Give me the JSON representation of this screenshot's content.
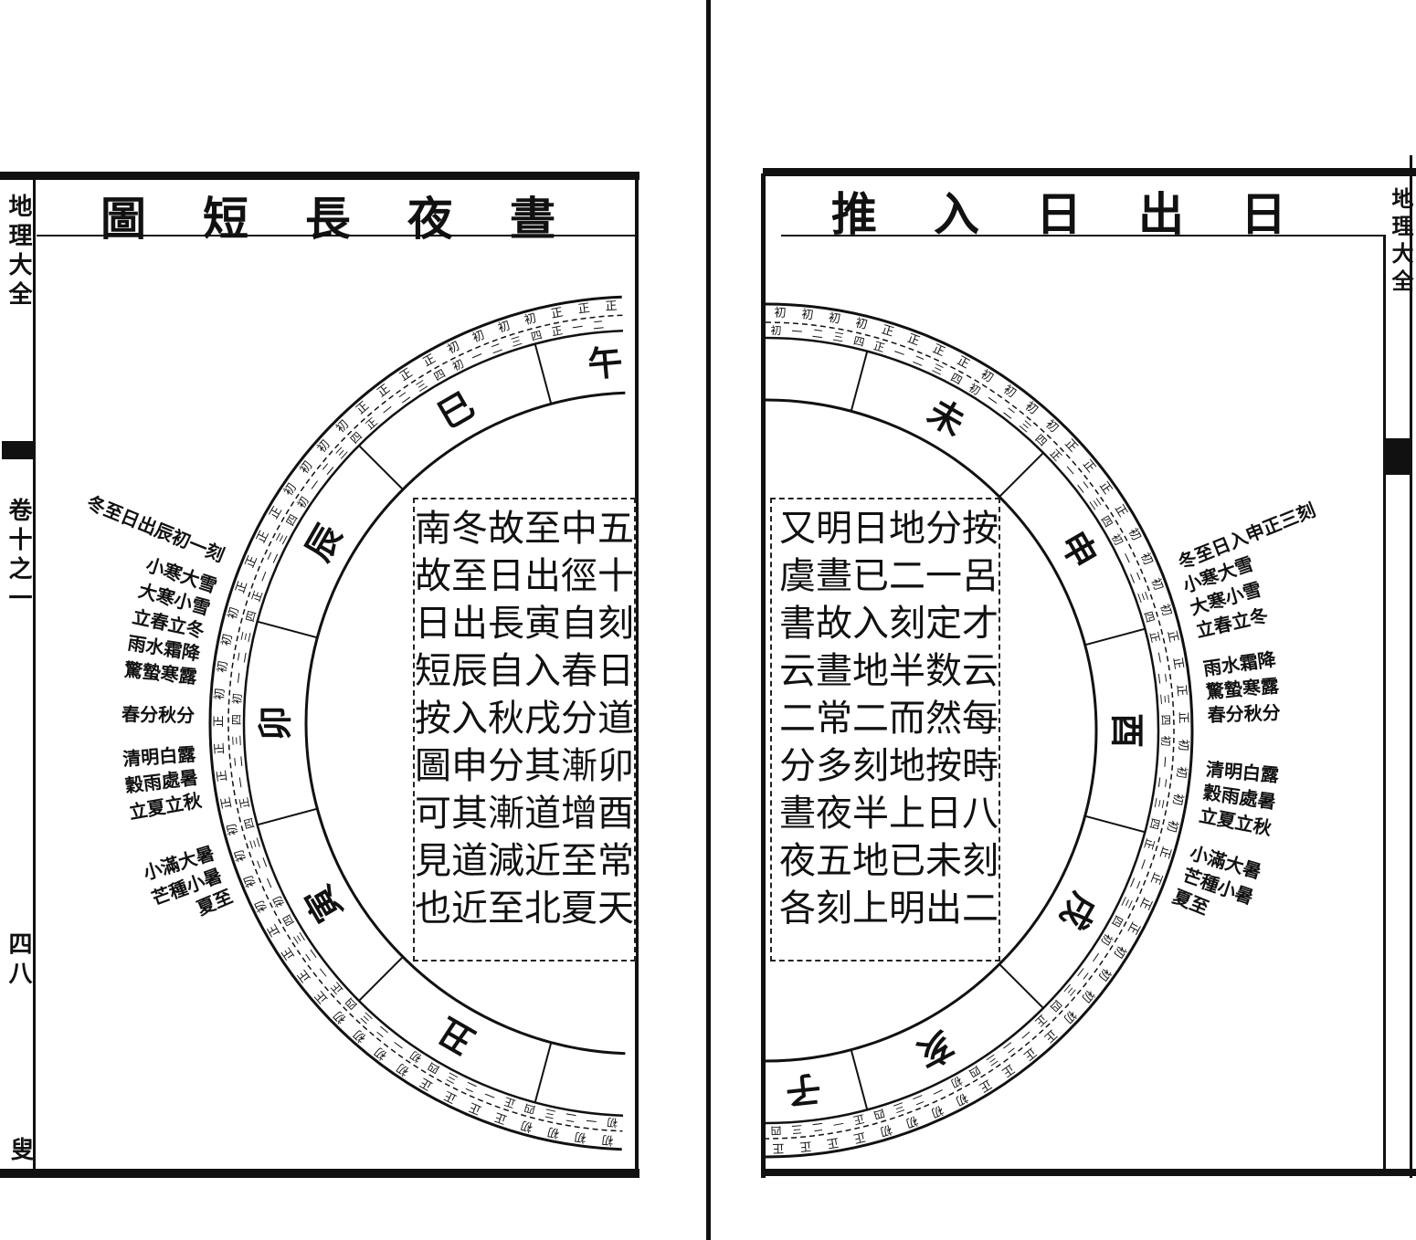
{
  "left_page": {
    "title": "晝夜長短圖",
    "margin_book": "地理大全",
    "margin_volume": "卷十之一",
    "margin_page": "四八",
    "margin_bottom": "叟",
    "text": [
      "五十刻日道卯酉常天",
      "中徑自春分漸增至夏",
      "至出寅入戌其道近北",
      "故日長自秋分漸減至",
      "冬至出辰入申其道近",
      "南故日短按圖可見也"
    ],
    "branches": [
      "午",
      "巳",
      "辰",
      "卯",
      "寅",
      "丑"
    ],
    "solar_terms": [
      "冬至日出辰初一刻",
      "小寒大雪",
      "大寒小雪",
      "立春立冬",
      "雨水霜降",
      "驚蟄寒露",
      "春分秋分",
      "清明白露",
      "穀雨處暑",
      "立夏立秋",
      "小滿大暑",
      "芒種小暑",
      "夏至"
    ]
  },
  "right_page": {
    "title": "日出日入推",
    "margin_book": "地理大全",
    "text": [
      "按呂才云每時八刻二",
      "分一定数然按日未出",
      "地二刻半而地上已明",
      "日已入地二刻半地上",
      "明晝故晝常多夜五刻",
      "又虞書云二分晝夜各"
    ],
    "branches": [
      "未",
      "申",
      "酉",
      "戌",
      "亥",
      "子"
    ],
    "solar_terms": [
      "冬至日入申正三刻",
      "小寒大雪",
      "大寒小雪",
      "立春立冬",
      "雨水霜降",
      "驚蟄寒露",
      "春分秋分",
      "清明白露",
      "穀雨處暑",
      "立夏立秋",
      "小滿大暑",
      "芒種小暑",
      "夏至"
    ]
  },
  "ring": {
    "outer_cycle": [
      "初",
      "初",
      "初",
      "初",
      "正",
      "正",
      "正",
      "正"
    ],
    "inner_cycle": [
      "初",
      "一",
      "二",
      "三",
      "四",
      "正",
      "一",
      "二",
      "三",
      "四"
    ]
  },
  "colors": {
    "ink": "#111111",
    "paper": "#ffffff"
  }
}
